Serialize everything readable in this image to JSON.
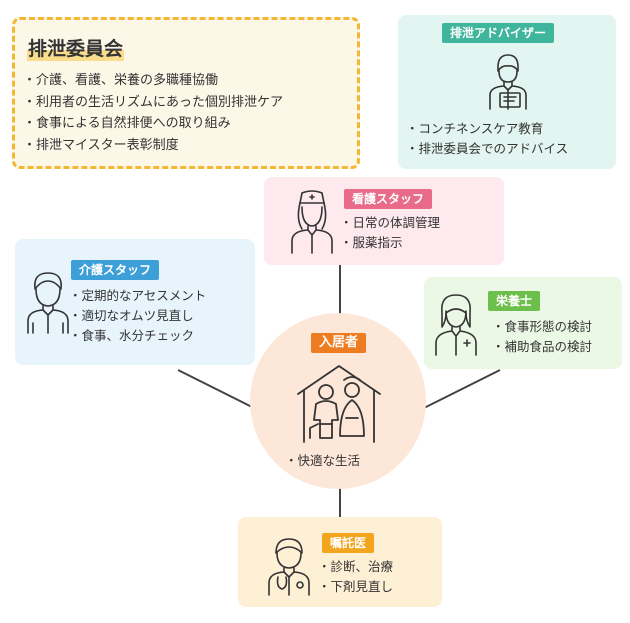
{
  "committee": {
    "title": "排泄委員会",
    "items": [
      "介護、看護、栄養の多職種協働",
      "利用者の生活リズムにあった個別排泄ケア",
      "食事による自然排便への取り組み",
      "排泄マイスター表彰制度"
    ]
  },
  "advisor": {
    "label": "排泄アドバイザー",
    "items": [
      "コンチネンスケア教育",
      "排泄委員会でのアドバイス"
    ]
  },
  "nurse": {
    "label": "看護スタッフ",
    "items": [
      "日常の体調管理",
      "服薬指示"
    ]
  },
  "caregiver": {
    "label": "介護スタッフ",
    "items": [
      "定期的なアセスメント",
      "適切なオムツ見直し",
      "食事、水分チェック"
    ]
  },
  "nutritionist": {
    "label": "栄養士",
    "items": [
      "食事形態の検討",
      "補助食品の検討"
    ]
  },
  "resident": {
    "label": "入居者",
    "items": [
      "快適な生活"
    ]
  },
  "doctor": {
    "label": "嘱託医",
    "items": [
      "診断、治療",
      "下剤見直し"
    ]
  },
  "colors": {
    "committee_bg": "#fdf7e8",
    "committee_border": "#f5b731",
    "advisor_bg": "#e2f5f0",
    "advisor_badge": "#3fb59b",
    "nurse_bg": "#fde9ee",
    "nurse_badge": "#e86c8a",
    "caregiver_bg": "#e8f4fc",
    "caregiver_badge": "#3d9fd8",
    "nutritionist_bg": "#ecf8e6",
    "nutritionist_badge": "#6cbf4a",
    "resident_bg": "#fde7d8",
    "resident_badge": "#ee7d22",
    "doctor_bg": "#fdf0d4",
    "doctor_badge": "#f3a51d"
  },
  "icons": {
    "advisor": "person-with-clipboard-icon",
    "nurse": "nurse-icon",
    "caregiver": "caregiver-icon",
    "nutritionist": "nutritionist-icon",
    "resident": "elderly-couple-house-icon",
    "doctor": "doctor-icon"
  }
}
